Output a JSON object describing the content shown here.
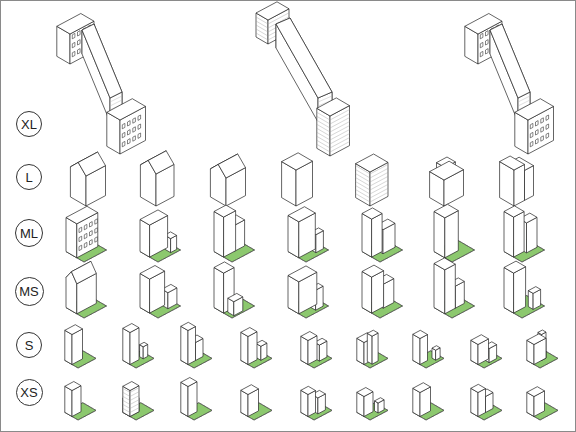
{
  "diagram": {
    "nodes": [
      {
        "text": [
          "XL"
        ]
      },
      {
        "text": [
          "L"
        ]
      },
      {
        "text": [
          "ML"
        ]
      },
      {
        "text": [
          "MS"
        ]
      },
      {
        "text": [
          "S"
        ]
      },
      {
        "text": [
          "XS"
        ]
      }
    ]
  }
}
